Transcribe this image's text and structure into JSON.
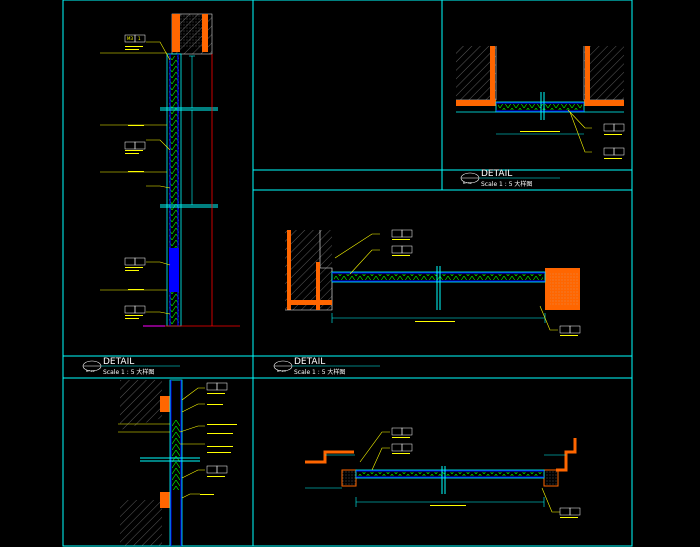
{
  "colors": {
    "background": "#000000",
    "frame": "#00ffff",
    "panel_fill": "#0000ff",
    "insulation": "#00ff00",
    "leader": "#ffff00",
    "wall_hatch": "#ffffff",
    "red_line": "#ff0000",
    "orange_plaster": "#ff6600",
    "magenta": "#ff00ff"
  },
  "views": [
    {
      "heading": "DETAIL",
      "number": "B7.22",
      "scale": "Scale 1 : 5 大样图"
    },
    {
      "heading": "DETAIL",
      "number": "B7.23",
      "scale": "Scale 1 : 5 大样图"
    },
    {
      "heading": "DETAIL",
      "number": "B7.32",
      "scale": "Scale 1 : 5 大样图"
    }
  ],
  "tag_labels": {
    "tag1": "M3",
    "tag2": "1"
  }
}
